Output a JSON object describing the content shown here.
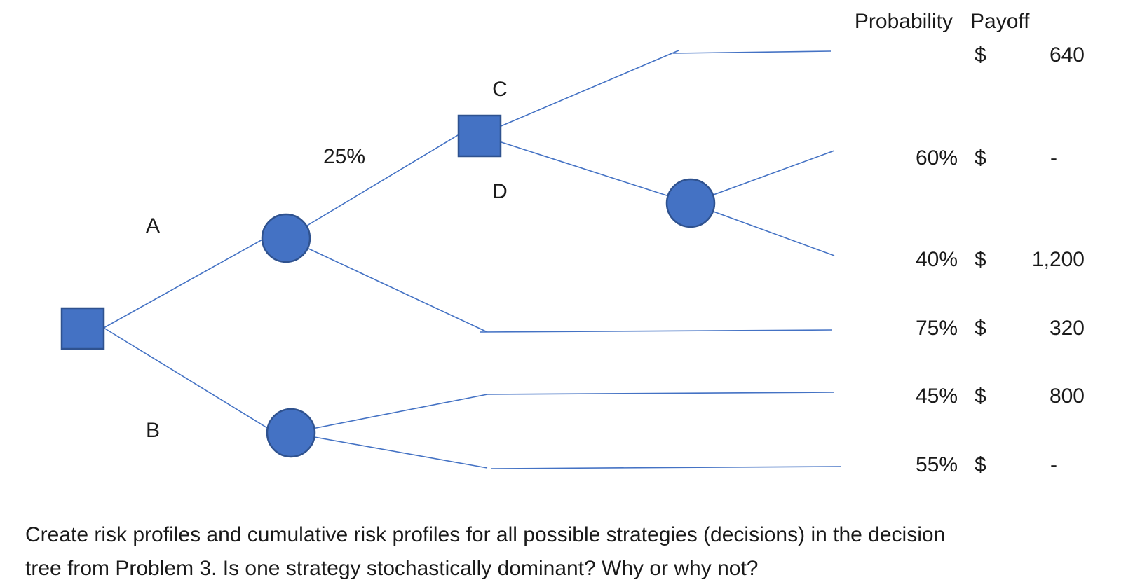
{
  "header": {
    "probability_label": "Probability",
    "payoff_label": "Payoff"
  },
  "branch_labels": {
    "a": "A",
    "b": "B",
    "c": "C",
    "d": "D",
    "upper_prob": "25%"
  },
  "outcomes": [
    {
      "probability": "",
      "currency": "$",
      "payoff": "640"
    },
    {
      "probability": "60%",
      "currency": "$",
      "payoff": "-"
    },
    {
      "probability": "40%",
      "currency": "$",
      "payoff": "1,200"
    },
    {
      "probability": "75%",
      "currency": "$",
      "payoff": "320"
    },
    {
      "probability": "45%",
      "currency": "$",
      "payoff": "800"
    },
    {
      "probability": "55%",
      "currency": "$",
      "payoff": "-"
    }
  ],
  "question": {
    "line1": "Create risk profiles and cumulative risk profiles for all possible strategies (decisions) in the decision",
    "line2": "tree from Problem 3.  Is one strategy stochastically dominant?  Why or why not?"
  },
  "colors": {
    "node_fill": "#4472c4",
    "node_border": "#2f528f",
    "branch_line": "#4472c4"
  }
}
